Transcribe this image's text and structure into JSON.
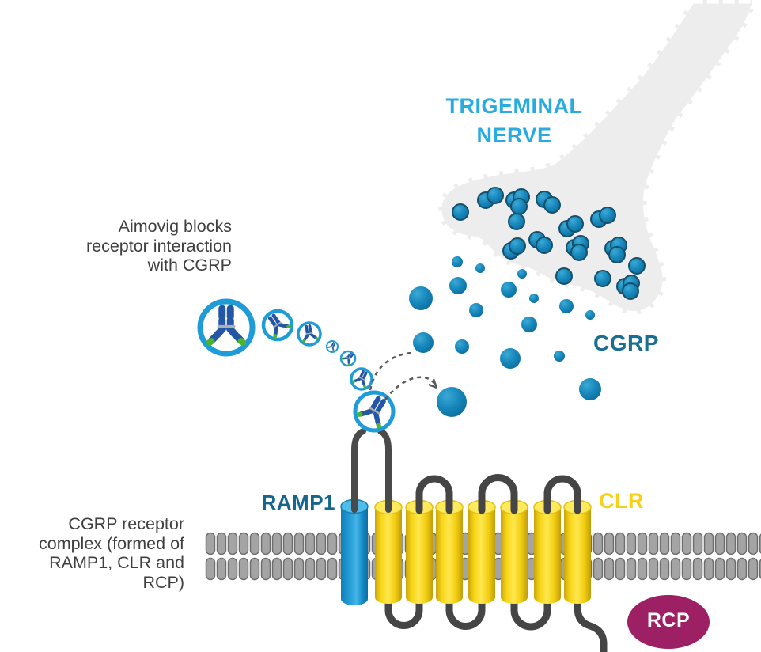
{
  "labels": {
    "trigeminal_nerve": "TRIGEMINAL\nNERVE",
    "cgrp": "CGRP",
    "aimovig_caption": "Aimovig blocks\nreceptor interaction\nwith CGRP",
    "ramp1": "RAMP1",
    "clr": "CLR",
    "rcp": "RCP",
    "receptor_complex_caption": "CGRP receptor\ncomplex (formed of\nRAMP1, CLR and RCP)"
  },
  "colors": {
    "accent_light_blue": "#29ABE2",
    "deep_teal_text": "#1A6E92",
    "cgrp_dot_blue": "#1787BC",
    "clr_yellow": "#F5D313",
    "ramp1_cylinder_blue": "#1B98D5",
    "rcp_magenta": "#9C2063",
    "membrane_gray": "#A4A4A4",
    "loop_dark_gray": "#454545",
    "nerve_fill_gray": "#EDEDEE",
    "caption_text": "#3F3F3F",
    "antibody_navy": "#2456A6",
    "antibody_green_tip": "#4DB32B"
  }
}
